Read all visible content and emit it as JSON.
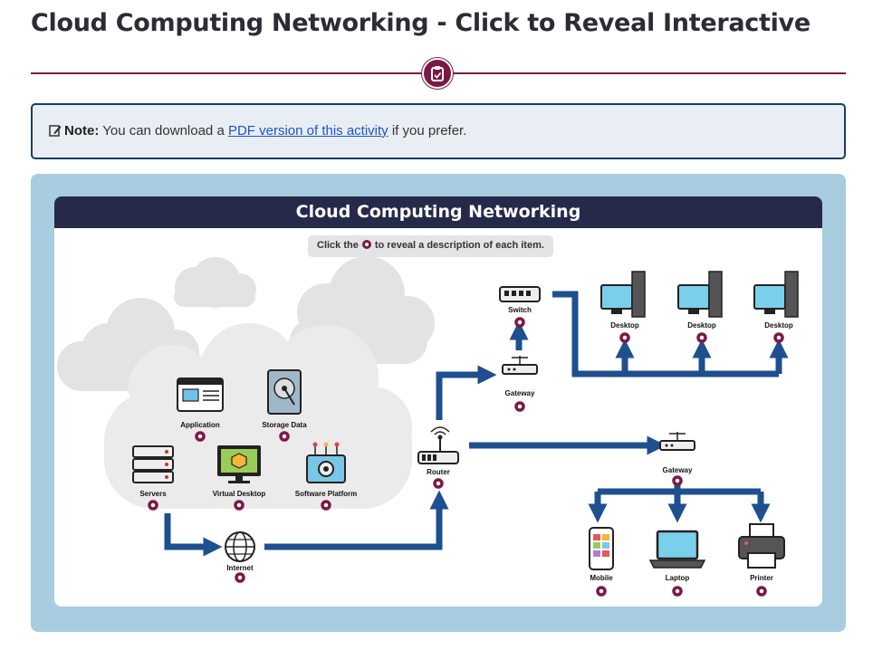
{
  "page": {
    "title": "Cloud Computing Networking - Click to Reveal Interactive"
  },
  "note": {
    "label": "Note:",
    "text_before": " You can download a ",
    "link_text": "PDF version of this activity",
    "text_after": " if you prefer."
  },
  "diagram": {
    "title": "Cloud Computing Networking",
    "hint_before": "Click the",
    "hint_after": "to reveal a description of each item.",
    "items": {
      "application": "Application",
      "storage": "Storage Data",
      "servers": "Servers",
      "virtual_desktop": "Virtual Desktop",
      "software_platform": "Software Platform",
      "internet": "Internet",
      "router": "Router",
      "switch": "Switch",
      "gateway_top": "Gateway",
      "gateway_bottom": "Gateway",
      "desktop_1": "Desktop",
      "desktop_2": "Desktop",
      "desktop_3": "Desktop",
      "mobile": "Mobile",
      "laptop": "Laptop",
      "printer": "Printer"
    }
  },
  "colors": {
    "accent": "#7b1846",
    "arrow": "#1e4f8f",
    "header": "#262a4a",
    "stage": "#a8cde0"
  }
}
